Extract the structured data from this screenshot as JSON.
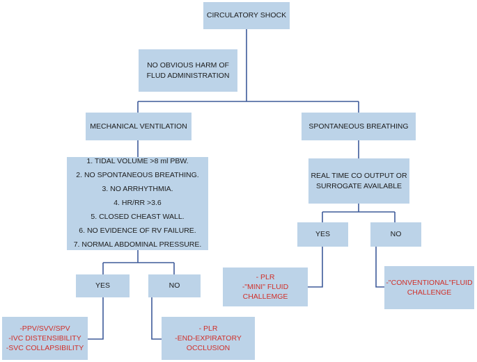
{
  "nodes": {
    "shock": {
      "text": "CIRCULATORY SHOCK"
    },
    "no_harm": {
      "lines": [
        "NO OBVIOUS HARM OF",
        "FLUD ADMINISTRATION"
      ]
    },
    "mech_vent": {
      "text": "MECHANICAL VENTILATION"
    },
    "spont": {
      "text": "SPONTANEOUS BREATHING"
    },
    "criteria": {
      "lines": [
        "1. TIDAL VOLUME >8 ml PBW.",
        "2. NO SPONTANEOUS BREATHING.",
        "3. NO ARRHYTHMIA.",
        "4. HR/RR >3.6",
        "5. CLOSED CHEAST WALL.",
        "6. NO EVIDENCE OF RV FAILURE.",
        "7. NORMAL ABDOMINAL PRESSURE."
      ]
    },
    "realtime": {
      "lines": [
        "REAL TIME CO OUTPUT OR",
        "SURROGATE AVAILABLE"
      ]
    },
    "yes_left": {
      "text": "YES"
    },
    "no_left": {
      "text": "NO"
    },
    "yes_right": {
      "text": "YES"
    },
    "no_right": {
      "text": "NO"
    },
    "ppv": {
      "lines": [
        "-PPV/SVV/SPV",
        "-IVC DISTENSIBILITY",
        "-SVC COLLAPSIBILITY"
      ]
    },
    "plr_eeo": {
      "lines": [
        "- PLR",
        "-END-EXPIRATORY",
        "OCCLUSION"
      ]
    },
    "plr_mini": {
      "lines": [
        "- PLR",
        "-\"MINI\" FLUID",
        "CHALLEMGE"
      ]
    },
    "conventional": {
      "lines": [
        "-\"CONVENTIONAL\"FLUID",
        "CHALLENGE"
      ]
    }
  },
  "colors": {
    "box_fill": "#bcd3e8",
    "connector": "#3d5a99",
    "text": "#1c1c1c",
    "action_text": "#d0302a"
  }
}
